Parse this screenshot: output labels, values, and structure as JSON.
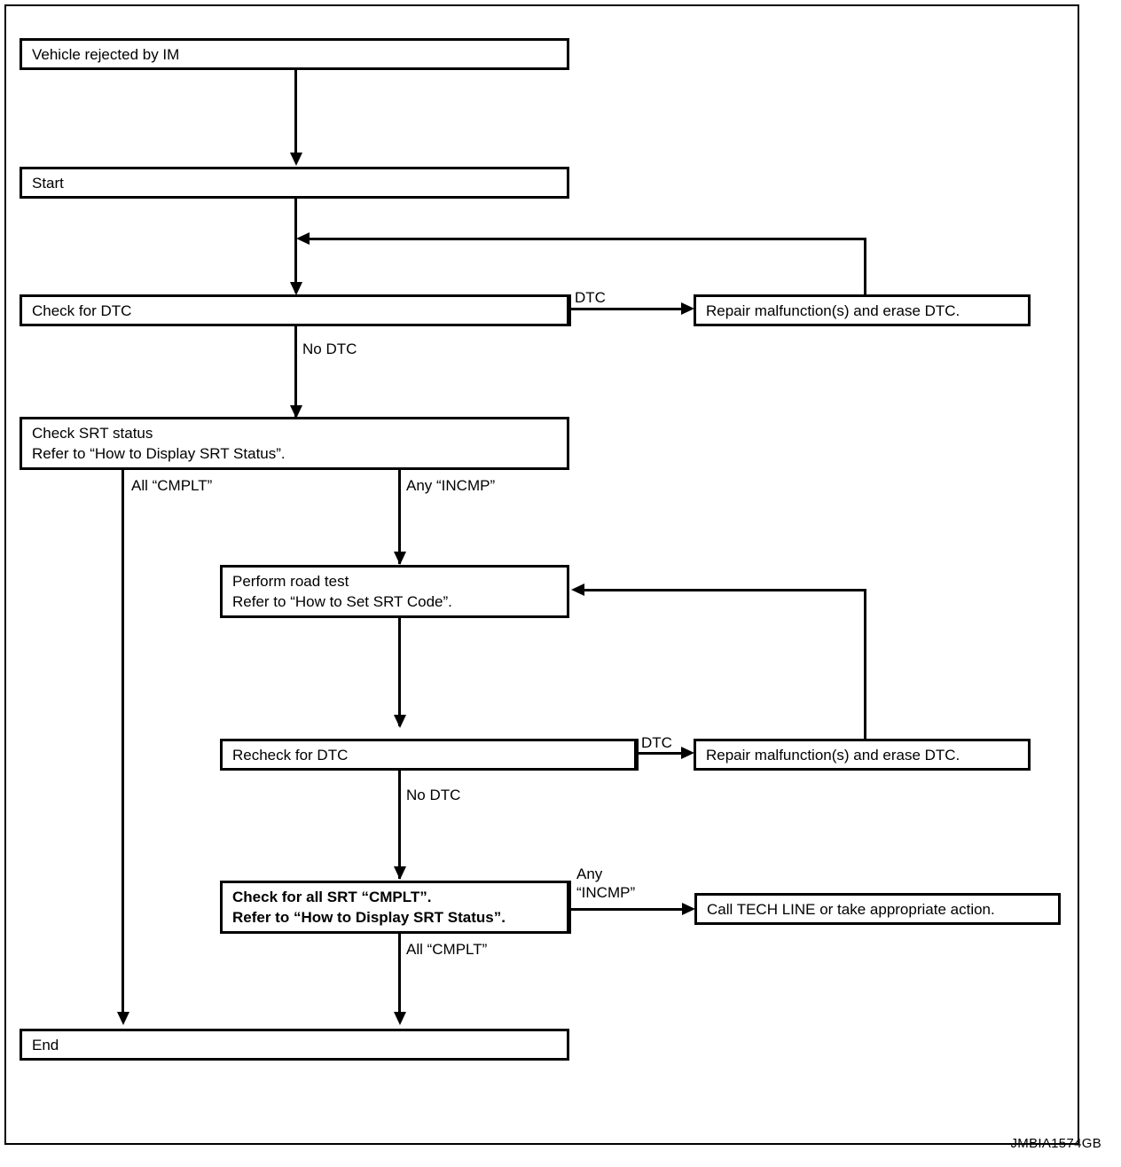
{
  "figure": {
    "id_label": "JMBIA1574GB",
    "type": "flowchart",
    "orientation": "top-to-bottom"
  },
  "nodes": [
    {
      "key": "vehicle_rejected",
      "lines": [
        "Vehicle rejected by IM"
      ],
      "bold": false
    },
    {
      "key": "start",
      "lines": [
        "Start"
      ],
      "bold": false
    },
    {
      "key": "check_dtc",
      "lines": [
        "Check for DTC"
      ],
      "bold": false
    },
    {
      "key": "repair_1",
      "lines": [
        "Repair malfunction(s) and erase DTC."
      ],
      "bold": false
    },
    {
      "key": "check_srt_status",
      "lines": [
        "Check SRT status",
        "Refer to “How to Display SRT Status”."
      ],
      "bold": false
    },
    {
      "key": "perform_road_test",
      "lines": [
        "Perform road test",
        "Refer to “How to Set SRT Code”."
      ],
      "bold": false
    },
    {
      "key": "recheck_dtc",
      "lines": [
        "Recheck for DTC"
      ],
      "bold": false
    },
    {
      "key": "repair_2",
      "lines": [
        "Repair malfunction(s) and erase DTC."
      ],
      "bold": false
    },
    {
      "key": "check_all_srt",
      "lines": [
        "Check for all SRT “CMPLT”.",
        "Refer to “How to Display SRT Status”."
      ],
      "bold": true
    },
    {
      "key": "call_tech_line",
      "lines": [
        "Call TECH LINE or take appropriate action."
      ],
      "bold": false
    },
    {
      "key": "end",
      "lines": [
        "End"
      ],
      "bold": false
    }
  ],
  "edge_labels": {
    "dtc_1": "DTC",
    "no_dtc_1": "No DTC",
    "all_cmplt_1": "All “CMPLT”",
    "any_incmp_1": "Any “INCMP”",
    "dtc_2": "DTC",
    "no_dtc_2": "No DTC",
    "any_incmp_2_line1": "Any",
    "any_incmp_2_line2": "“INCMP”",
    "all_cmplt_2": "All “CMPLT”"
  },
  "colors": {
    "line": "#000000",
    "box_fill": "#ffffff",
    "page_background": "#ffffff",
    "text": "#000000"
  }
}
